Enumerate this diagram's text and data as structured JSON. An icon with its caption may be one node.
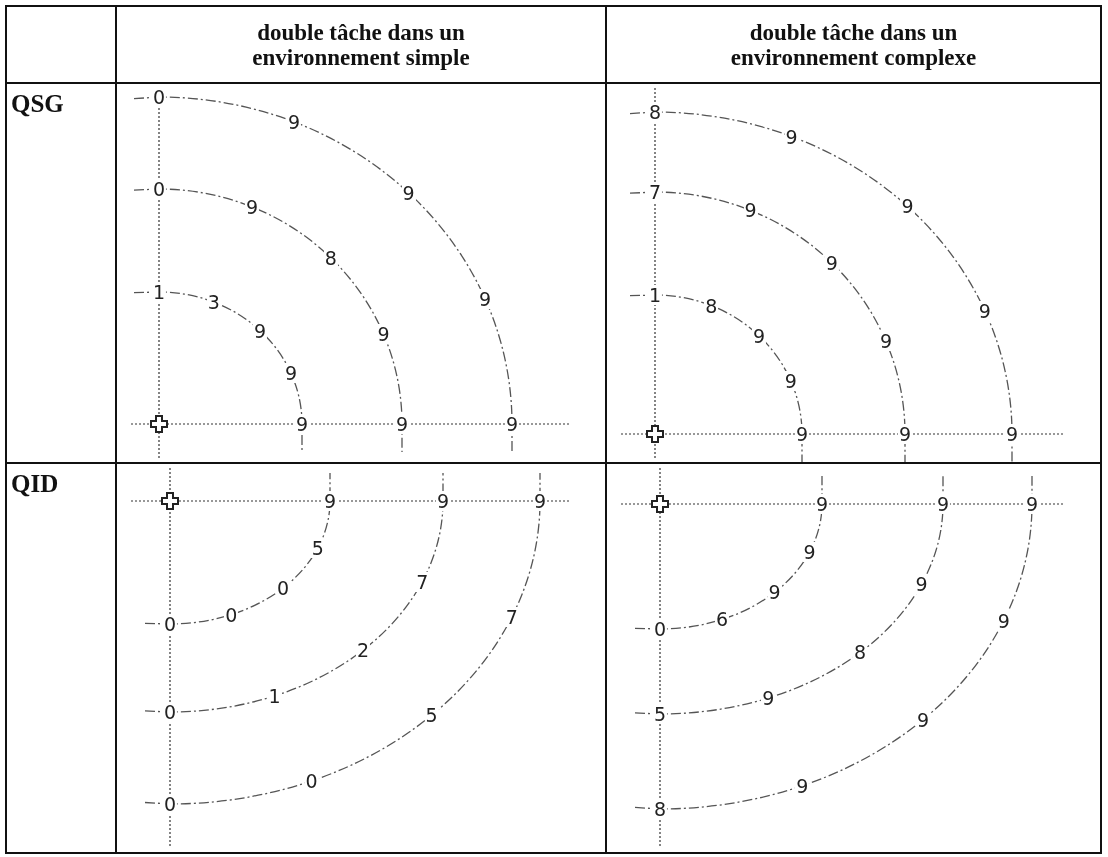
{
  "diagram": {
    "labels": [
      "double tâche dans un environnement simple",
      "double tâche dans un environnement complexe",
      "QSG",
      "0",
      "9",
      "9",
      "9",
      "9",
      "0",
      "9",
      "8",
      "9",
      "9",
      "1",
      "3",
      "9",
      "9",
      "9",
      "8",
      "9",
      "9",
      "9",
      "9",
      "7",
      "9",
      "9",
      "9",
      "9",
      "1",
      "8",
      "9",
      "9",
      "9",
      "QID",
      "0",
      "0",
      "0",
      "5",
      "9",
      "0",
      "1",
      "2",
      "7",
      "9",
      "0",
      "0",
      "5",
      "7",
      "9",
      "0",
      "6",
      "9",
      "9",
      "9",
      "5",
      "9",
      "8",
      "9",
      "9",
      "8",
      "9",
      "9",
      "9",
      "9"
    ]
  }
}
